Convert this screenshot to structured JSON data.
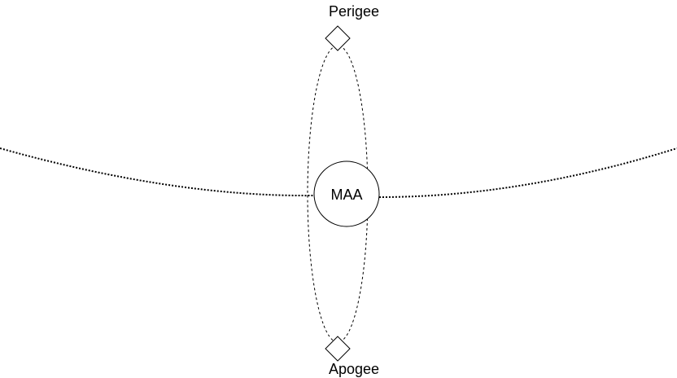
{
  "diagram": {
    "center_body": {
      "label": "MAA"
    },
    "perigee": {
      "label": "Perigee"
    },
    "apogee": {
      "label": "Apogee"
    },
    "colors": {
      "stroke": "#000000",
      "background": "#ffffff"
    },
    "elements": {
      "trajectory": "dotted curve",
      "orbit": "dashed ellipse",
      "markers": "diamond"
    }
  }
}
